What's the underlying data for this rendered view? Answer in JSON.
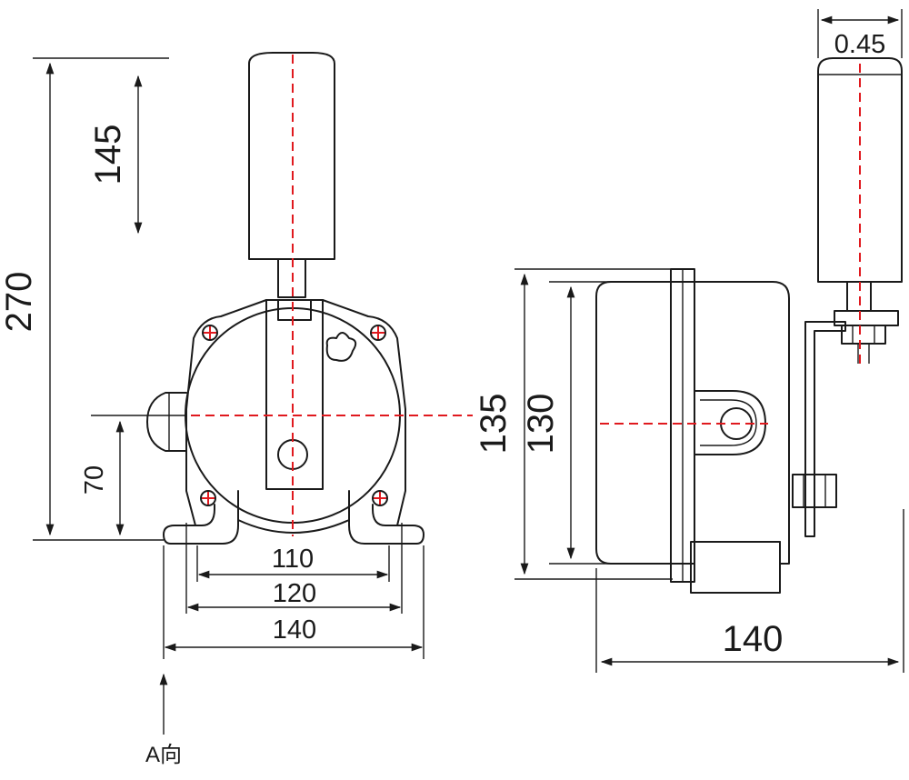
{
  "front_view": {
    "dims": {
      "total_height": "270",
      "lever_length": "145",
      "shaft_height": "70",
      "width_a": "110",
      "width_b": "120",
      "width_c": "140"
    },
    "view_label": "A向"
  },
  "side_view": {
    "dims": {
      "height_outer": "135",
      "height_inner": "130",
      "depth": "140",
      "weight_width": "0.45"
    }
  },
  "colors": {
    "outline": "#1a1a1a",
    "centerline": "#e0191e"
  }
}
